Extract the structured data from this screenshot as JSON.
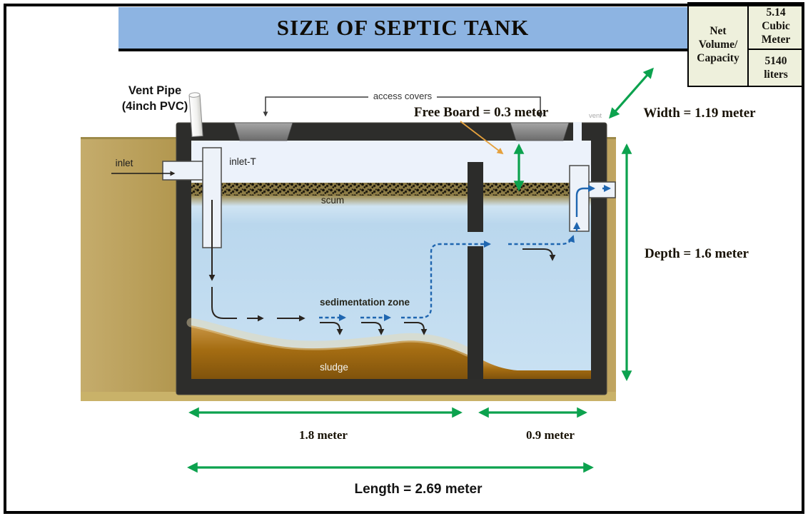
{
  "title_banner": {
    "label": "SIZE OF SEPTIC TANK",
    "bg_color": "#8db4e2",
    "text_color": "#0f0c06"
  },
  "capacity_table": {
    "bg_color": "#eef0dc",
    "row_label": "Net\nVolume/\nCapacity",
    "value_cubic_meter": "5.14\nCubic\nMeter",
    "value_liters": "5140\nliters"
  },
  "diagram": {
    "labels": {
      "vent_pipe": "Vent Pipe\n(4inch PVC)",
      "access_covers": "access covers",
      "free_board": "Free Board = 0.3 meter",
      "width": "Width = 1.19 meter",
      "depth": "Depth = 1.6 meter",
      "vent": "vent",
      "inlet": "inlet",
      "inlet_t": "inlet-T",
      "scum": "scum",
      "sedimentation_zone": "sedimentation zone",
      "sludge": "sludge",
      "first_chamber_length": "1.8 meter",
      "second_chamber_length": "0.9 meter",
      "total_length": "Length = 2.69 meter"
    },
    "colors": {
      "dimension_arrow_green": "#0ca24e",
      "pointer_arrow_orange": "#e5a13d",
      "ground_tan": "#b49a55",
      "tank_wall_dark": "#2d2d2b",
      "water_blue": "#bed9ee",
      "sludge_brown": "#a76f15",
      "scum_olive": "#8d7c46",
      "flow_arrow_blue": "#1f66b0",
      "flow_arrow_black": "#2a2520",
      "access_cover_gray": "#8a8a8a"
    }
  }
}
